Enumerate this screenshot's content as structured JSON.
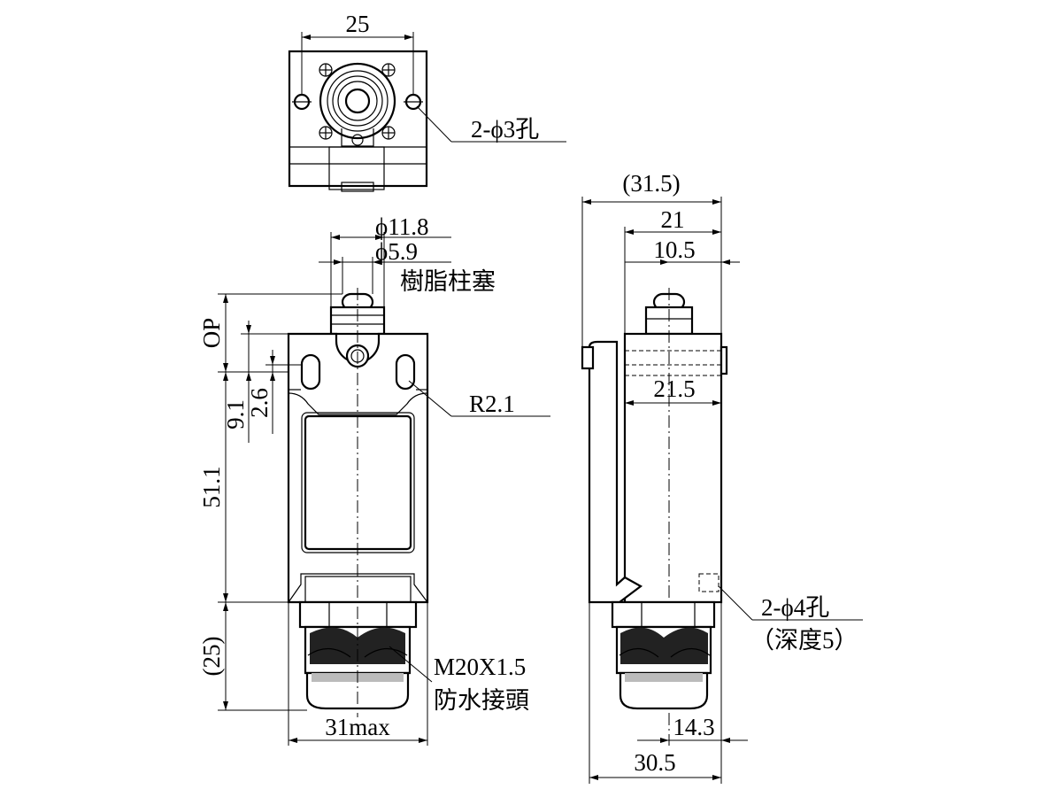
{
  "top_view": {
    "width_dim": "25",
    "hole_label": "2-ϕ3孔"
  },
  "front_view": {
    "plunger_dia_outer": "ϕ11.8",
    "plunger_dia_inner": "ϕ5.9",
    "plunger_material": "樹脂柱塞",
    "op_label": "OP",
    "dim_9_1": "9.1",
    "dim_2_6": "2.6",
    "radius_label": "R2.1",
    "height_dim": "51.1",
    "gland_height_dim": "(25)",
    "thread_label": "M20X1.5",
    "gland_label": "防水接頭",
    "width_max_dim": "31max"
  },
  "side_view": {
    "overall_width_dim": "(31.5)",
    "body_depth_dim": "21",
    "plunger_offset_dim": "10.5",
    "mount_depth_dim": "21.5",
    "bottom_hole_label": "2-ϕ4孔",
    "bottom_hole_depth": "（深度5）",
    "bottom_offset_dim": "14.3",
    "bottom_width_dim": "30.5"
  }
}
